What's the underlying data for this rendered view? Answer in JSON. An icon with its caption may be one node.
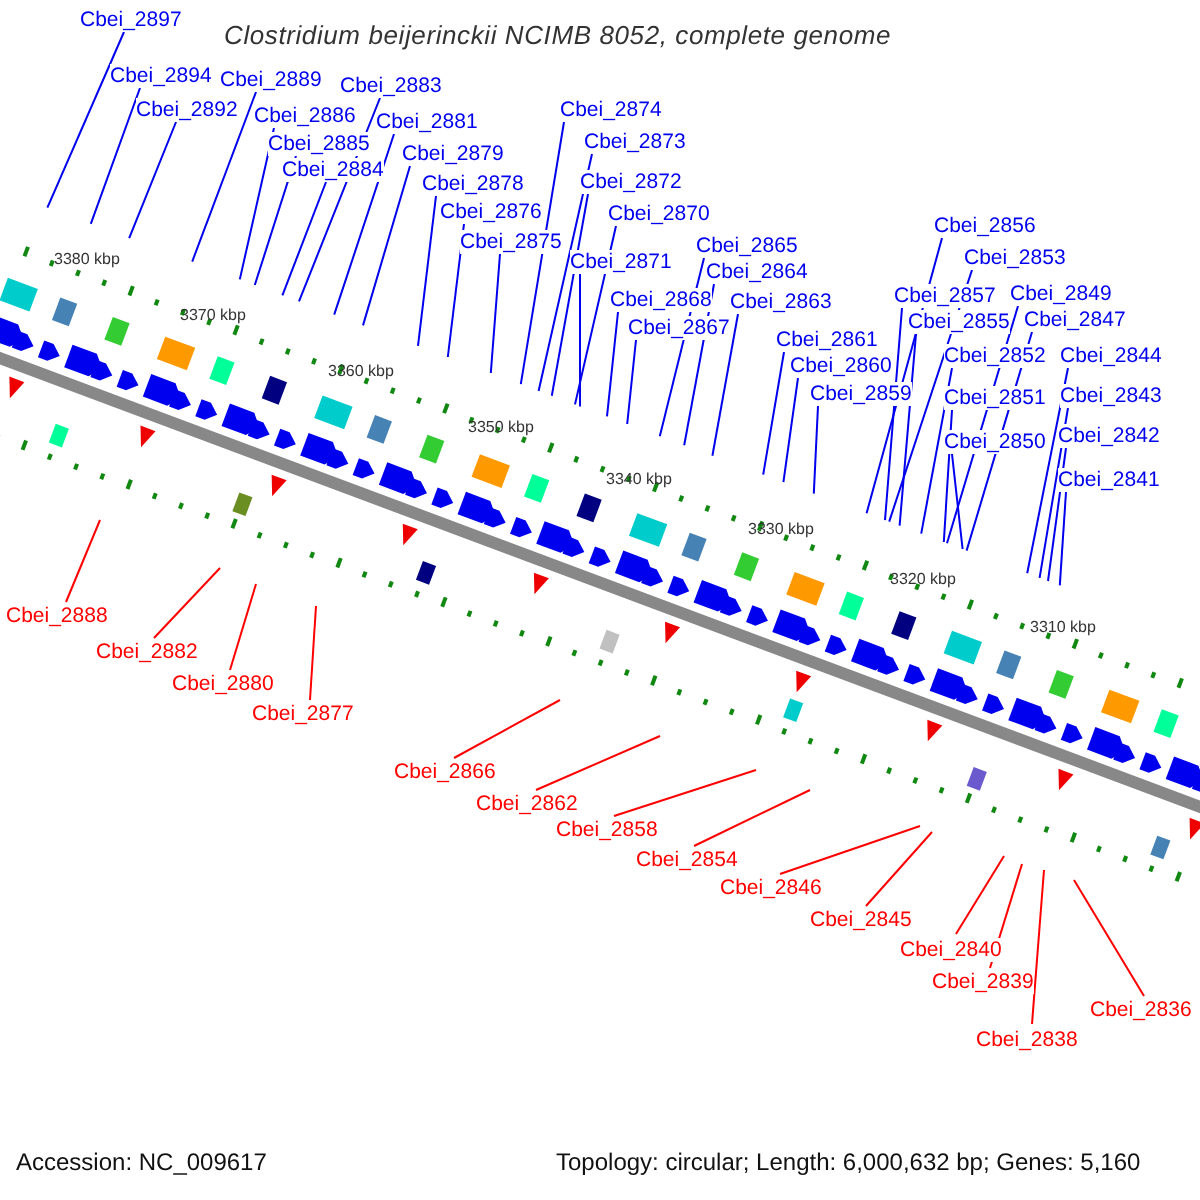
{
  "diagram": {
    "title": "Clostridium beijerinckii NCIMB 8052, complete genome",
    "nodes": [
      {
        "text": [
          "Cbei_2897"
        ]
      },
      {
        "text": [
          "Cbei_2894"
        ]
      },
      {
        "text": [
          "Cbei_2892"
        ]
      },
      {
        "text": [
          "Cbei_2889"
        ]
      },
      {
        "text": [
          "Cbei_2886"
        ]
      },
      {
        "text": [
          "Cbei_2885"
        ]
      },
      {
        "text": [
          "Cbei_2884"
        ]
      },
      {
        "text": [
          "Cbei_2883"
        ]
      },
      {
        "text": [
          "Cbei_2881"
        ]
      },
      {
        "text": [
          "Cbei_2879"
        ]
      },
      {
        "text": [
          "Cbei_2878"
        ]
      },
      {
        "text": [
          "Cbei_2876"
        ]
      },
      {
        "text": [
          "Cbei_2875"
        ]
      },
      {
        "text": [
          "Cbei_2874"
        ]
      },
      {
        "text": [
          "Cbei_2873"
        ]
      },
      {
        "text": [
          "Cbei_2872"
        ]
      },
      {
        "text": [
          "Cbei_2870"
        ]
      },
      {
        "text": [
          "Cbei_2871"
        ]
      },
      {
        "text": [
          "Cbei_2868"
        ]
      },
      {
        "text": [
          "Cbei_2867"
        ]
      },
      {
        "text": [
          "Cbei_2865"
        ]
      },
      {
        "text": [
          "Cbei_2864"
        ]
      },
      {
        "text": [
          "Cbei_2863"
        ]
      },
      {
        "text": [
          "Cbei_2861"
        ]
      },
      {
        "text": [
          "Cbei_2860"
        ]
      },
      {
        "text": [
          "Cbei_2859"
        ]
      },
      {
        "text": [
          "Cbei_2856"
        ]
      },
      {
        "text": [
          "Cbei_2853"
        ]
      },
      {
        "text": [
          "Cbei_2857"
        ]
      },
      {
        "text": [
          "Cbei_2855"
        ]
      },
      {
        "text": [
          "Cbei_2849"
        ]
      },
      {
        "text": [
          "Cbei_2847"
        ]
      },
      {
        "text": [
          "Cbei_2852"
        ]
      },
      {
        "text": [
          "Cbei_2844"
        ]
      },
      {
        "text": [
          "Cbei_2851"
        ]
      },
      {
        "text": [
          "Cbei_2843"
        ]
      },
      {
        "text": [
          "Cbei_2842"
        ]
      },
      {
        "text": [
          "Cbei_2850"
        ]
      },
      {
        "text": [
          "Cbei_2841"
        ]
      },
      {
        "text": [
          "Cbei_2888"
        ]
      },
      {
        "text": [
          "Cbei_2882"
        ]
      },
      {
        "text": [
          "Cbei_2880"
        ]
      },
      {
        "text": [
          "Cbei_2877"
        ]
      },
      {
        "text": [
          "Cbei_2866"
        ]
      },
      {
        "text": [
          "Cbei_2862"
        ]
      },
      {
        "text": [
          "Cbei_2858"
        ]
      },
      {
        "text": [
          "Cbei_2854"
        ]
      },
      {
        "text": [
          "Cbei_2846"
        ]
      },
      {
        "text": [
          "Cbei_2845"
        ]
      },
      {
        "text": [
          "Cbei_2840"
        ]
      },
      {
        "text": [
          "Cbei_2839"
        ]
      },
      {
        "text": [
          "Cbei_2838"
        ]
      },
      {
        "text": [
          "Cbei_2836"
        ]
      }
    ],
    "edges": [
      {
        "from": 0,
        "to": null,
        "arrow": "none"
      },
      {
        "from": 1,
        "to": null,
        "arrow": "none"
      },
      {
        "from": 2,
        "to": null,
        "arrow": "none"
      },
      {
        "from": 3,
        "to": null,
        "arrow": "none"
      },
      {
        "from": 4,
        "to": null,
        "arrow": "none"
      },
      {
        "from": 5,
        "to": null,
        "arrow": "none"
      },
      {
        "from": 6,
        "to": null,
        "arrow": "none"
      },
      {
        "from": 7,
        "to": null,
        "arrow": "none"
      },
      {
        "from": 8,
        "to": null,
        "arrow": "none"
      },
      {
        "from": 9,
        "to": null,
        "arrow": "none"
      },
      {
        "from": 10,
        "to": null,
        "arrow": "none"
      },
      {
        "from": 11,
        "to": null,
        "arrow": "none"
      },
      {
        "from": 12,
        "to": null,
        "arrow": "none"
      },
      {
        "from": 13,
        "to": null,
        "arrow": "none"
      },
      {
        "from": 14,
        "to": null,
        "arrow": "none"
      },
      {
        "from": 15,
        "to": null,
        "arrow": "none"
      },
      {
        "from": 16,
        "to": null,
        "arrow": "none"
      },
      {
        "from": 17,
        "to": null,
        "arrow": "none"
      },
      {
        "from": 18,
        "to": null,
        "arrow": "none"
      },
      {
        "from": 19,
        "to": null,
        "arrow": "none"
      },
      {
        "from": 20,
        "to": null,
        "arrow": "none"
      },
      {
        "from": 21,
        "to": null,
        "arrow": "none"
      },
      {
        "from": 22,
        "to": null,
        "arrow": "none"
      },
      {
        "from": 23,
        "to": null,
        "arrow": "none"
      },
      {
        "from": 24,
        "to": null,
        "arrow": "none"
      },
      {
        "from": 25,
        "to": null,
        "arrow": "none"
      },
      {
        "from": 26,
        "to": null,
        "arrow": "none"
      },
      {
        "from": 27,
        "to": null,
        "arrow": "none"
      },
      {
        "from": 28,
        "to": null,
        "arrow": "none"
      },
      {
        "from": 29,
        "to": null,
        "arrow": "none"
      },
      {
        "from": 30,
        "to": null,
        "arrow": "none"
      },
      {
        "from": 31,
        "to": null,
        "arrow": "none"
      },
      {
        "from": 32,
        "to": null,
        "arrow": "none"
      },
      {
        "from": 33,
        "to": null,
        "arrow": "none"
      },
      {
        "from": 34,
        "to": null,
        "arrow": "none"
      },
      {
        "from": 35,
        "to": null,
        "arrow": "none"
      },
      {
        "from": 36,
        "to": null,
        "arrow": "none"
      },
      {
        "from": 37,
        "to": null,
        "arrow": "none"
      },
      {
        "from": 38,
        "to": null,
        "arrow": "none"
      },
      {
        "from": 39,
        "to": null,
        "arrow": "none",
        "color": "#ff0000"
      },
      {
        "from": 40,
        "to": null,
        "arrow": "none",
        "color": "#ff0000"
      },
      {
        "from": 41,
        "to": null,
        "arrow": "none",
        "color": "#ff0000"
      },
      {
        "from": 42,
        "to": null,
        "arrow": "none",
        "color": "#ff0000"
      },
      {
        "from": 43,
        "to": null,
        "arrow": "none",
        "color": "#ff0000"
      },
      {
        "from": 44,
        "to": null,
        "arrow": "none",
        "color": "#ff0000"
      },
      {
        "from": 45,
        "to": null,
        "arrow": "none",
        "color": "#ff0000"
      },
      {
        "from": 46,
        "to": null,
        "arrow": "none",
        "color": "#ff0000"
      },
      {
        "from": 47,
        "to": null,
        "arrow": "none",
        "color": "#ff0000"
      },
      {
        "from": 48,
        "to": null,
        "arrow": "none",
        "color": "#ff0000"
      },
      {
        "from": 49,
        "to": null,
        "arrow": "none",
        "color": "#ff0000"
      },
      {
        "from": 50,
        "to": null,
        "arrow": "none",
        "color": "#ff0000"
      },
      {
        "from": 51,
        "to": null,
        "arrow": "none",
        "color": "#ff0000"
      },
      {
        "from": 52,
        "to": null,
        "arrow": "none",
        "color": "#ff0000"
      }
    ],
    "labels": [
      "3380 kbp",
      "3370 kbp",
      "3360 kbp",
      "3350 kbp",
      "3340 kbp",
      "3330 kbp",
      "3320 kbp",
      "3310 kbp",
      "Accession: NC_009617",
      "Topology: circular; Length: 6,000,632 bp; Genes: 5,160"
    ]
  }
}
